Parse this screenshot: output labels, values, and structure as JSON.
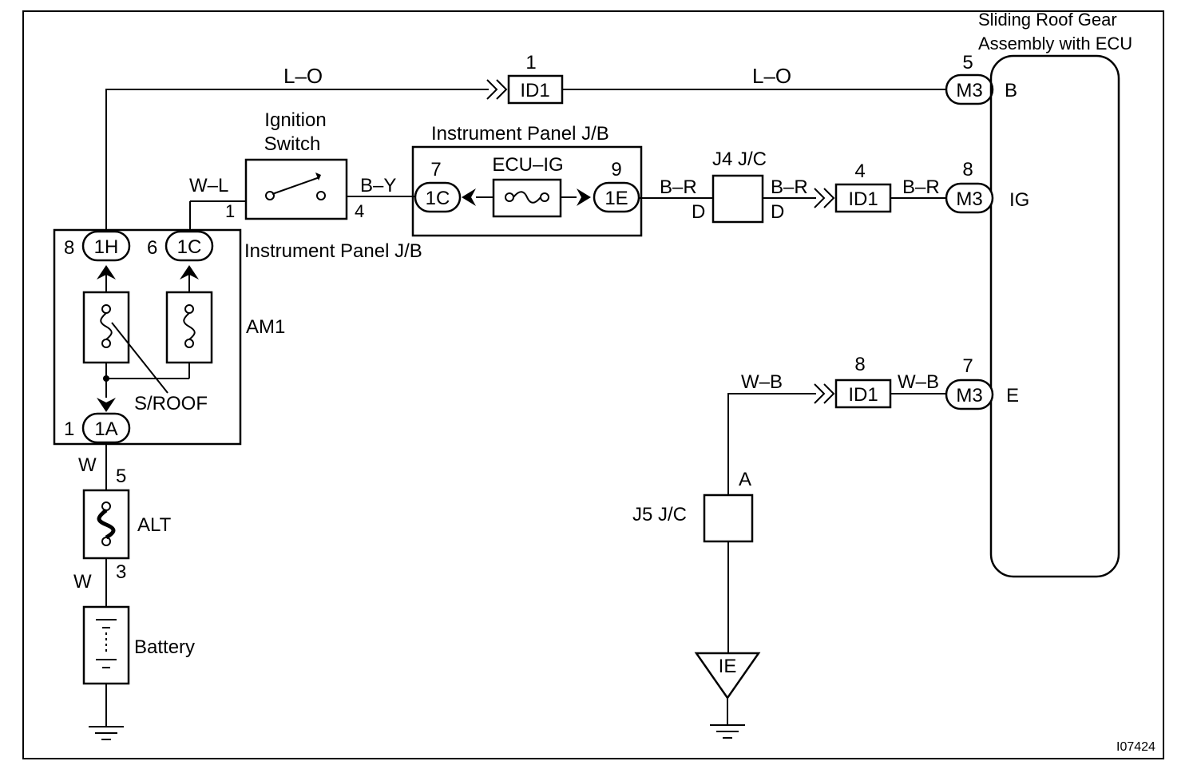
{
  "diagram": {
    "ecu_title_line1": "Sliding Roof Gear",
    "ecu_title_line2": "Assembly with ECU",
    "ignition_label_line1": "Ignition",
    "ignition_label_line2": "Switch",
    "ip_jb_top_label": "Instrument Panel J/B",
    "ip_jb_left_label": "Instrument Panel J/B",
    "ecu_ig_fuse": "ECU–IG",
    "am1_label": "AM1",
    "sroof_label": "S/ROOF",
    "alt_label": "ALT",
    "battery_label": "Battery",
    "j4_label": "J4 J/C",
    "j5_label": "J5 J/C",
    "ground_ie": "IE",
    "figure_code": "I07424",
    "wires": {
      "lo_left": "L–O",
      "lo_right": "L–O",
      "wl": "W–L",
      "by": "B–Y",
      "br1": "B–R",
      "br2": "B–R",
      "br3": "B–R",
      "wb1": "W–B",
      "wb2": "W–B",
      "w_top": "W",
      "w_bottom": "W"
    },
    "connectors": {
      "id1_top": "ID1",
      "id1_mid": "ID1",
      "id1_bot": "ID1",
      "m3_b": "M3",
      "m3_ig": "M3",
      "m3_e": "M3",
      "c1h": "1H",
      "c1c_left": "1C",
      "c1a": "1A",
      "c1c_jb": "1C",
      "c1e": "1E"
    },
    "pins": {
      "id1_top": "1",
      "m3_b": "5",
      "sw_in": "1",
      "sw_out": "4",
      "jb_1c": "7",
      "jb_1e": "9",
      "id1_mid": "4",
      "m3_ig": "8",
      "c1h": "8",
      "c1c": "6",
      "c1a": "1",
      "alt_top": "5",
      "alt_bot": "3",
      "id1_bot": "8",
      "m3_e": "7",
      "j4_left": "D",
      "j4_right": "D",
      "j5_a": "A"
    },
    "ecu_terminals": {
      "b": "B",
      "ig": "IG",
      "e": "E"
    }
  }
}
